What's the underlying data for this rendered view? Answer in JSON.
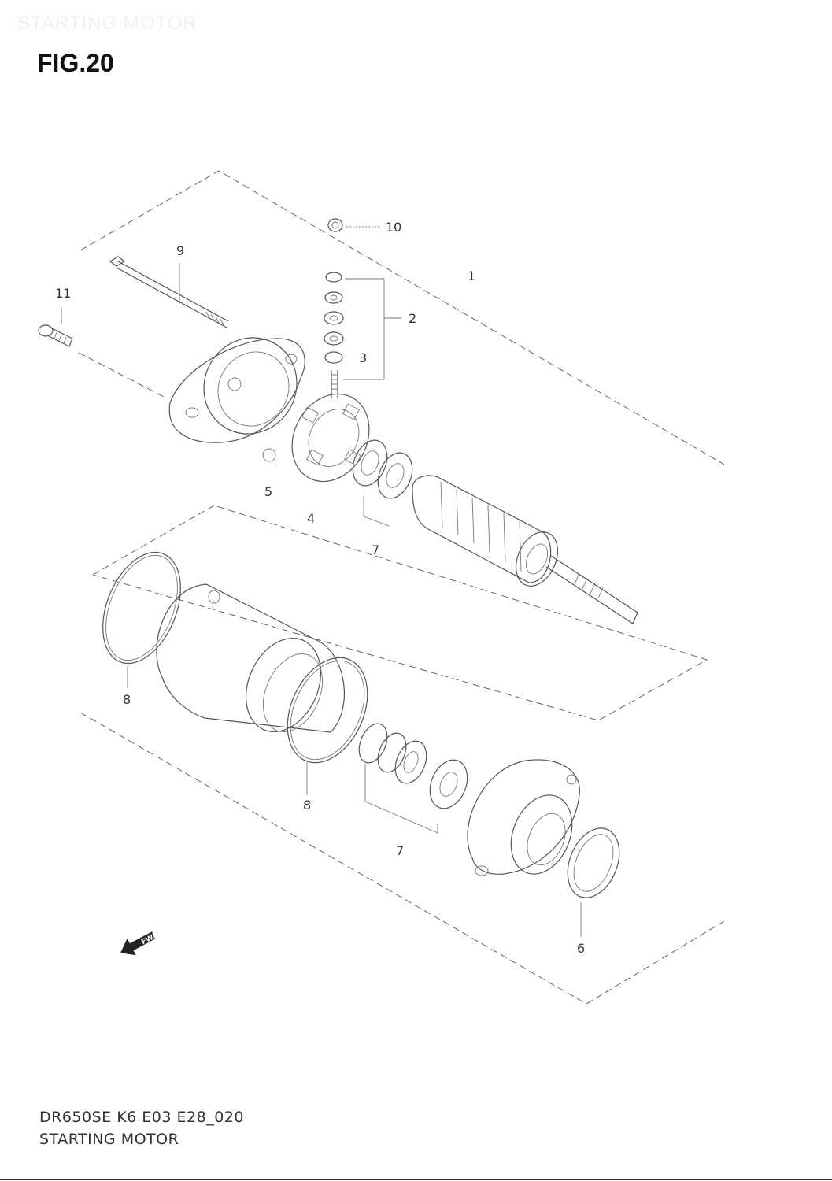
{
  "watermark": "STARTING MOTOR",
  "figure": {
    "title": "FIG.20"
  },
  "footer": {
    "code": "DR650SE K6 E03 E28_020",
    "name": "STARTING MOTOR"
  },
  "fwd_badge": "FWD",
  "callouts": [
    {
      "id": "c10",
      "text": "10"
    },
    {
      "id": "c9",
      "text": "9"
    },
    {
      "id": "c1",
      "text": "1"
    },
    {
      "id": "c11",
      "text": "11"
    },
    {
      "id": "c2",
      "text": "2"
    },
    {
      "id": "c3",
      "text": "3"
    },
    {
      "id": "c5",
      "text": "5"
    },
    {
      "id": "c4",
      "text": "4"
    },
    {
      "id": "c7a",
      "text": "7"
    },
    {
      "id": "c8a",
      "text": "8"
    },
    {
      "id": "c8b",
      "text": "8"
    },
    {
      "id": "c7b",
      "text": "7"
    },
    {
      "id": "c6",
      "text": "6"
    }
  ]
}
